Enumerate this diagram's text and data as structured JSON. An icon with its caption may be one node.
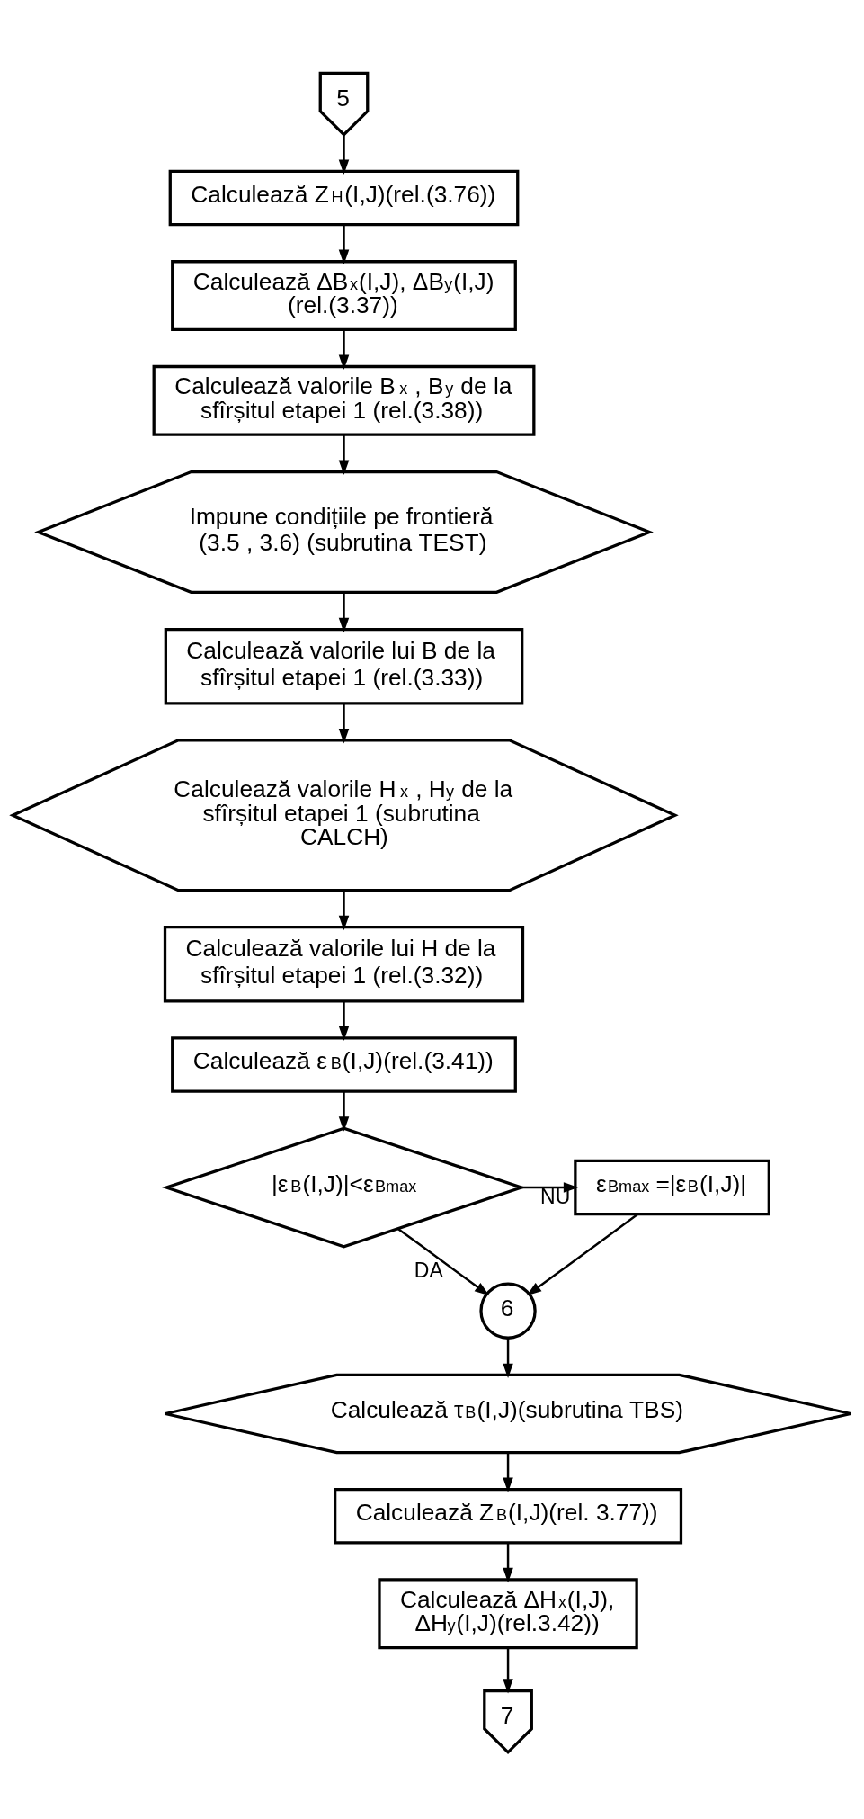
{
  "diagram": {
    "nodes": [
      {
        "text": [
          "5"
        ]
      },
      {
        "text": [
          "Calculează Z$_{H}$(I,J)(rel.(3.76))"
        ]
      },
      {
        "text": [
          "Calculează ΔB$_{x}$(I,J), ΔB$_{y}$(I,J) (rel.(3.37))"
        ]
      },
      {
        "text": [
          "Calculează valorile B$_{x}$ , B$_{y}$ de la sfîrșitul etapei 1 (rel.(3.38))"
        ]
      },
      {
        "text": [
          "Impune condițiile pe frontieră (3.5 , 3.6) (subrutina TEST)"
        ]
      },
      {
        "text": [
          "Calculează valorile lui B de la sfîrșitul etapei 1 (rel.(3.33))"
        ]
      },
      {
        "text": [
          "Calculează valorile H$_{x}$ , H$_{y}$ de la sfîrșitul etapei 1 (subrutina CALCH)"
        ]
      },
      {
        "text": [
          "Calculează valorile lui H de la sfîrșitul etapei 1 (rel.(3.32))"
        ]
      },
      {
        "text": [
          "Calculează ε$_{B}$(I,J)(rel.(3.41))"
        ]
      },
      {
        "text": [
          "|ε$_{B}$(I,J)|<ε$_{Bmax}$"
        ]
      },
      {
        "text": [
          "ε$_{Bmax}$ =|ε$_{B}$(I,J)|"
        ]
      },
      {
        "text": [
          "6"
        ]
      },
      {
        "text": [
          "Calculează τ$_{B}$(I,J)(subrutina TBS)"
        ]
      },
      {
        "text": [
          "Calculează Z$_{B}$(I,J)(rel. 3.77))"
        ]
      },
      {
        "text": [
          "Calculează ΔH$_{x}$(I,J), ΔH$_{y}$(I,J)(rel.3.42))"
        ]
      },
      {
        "text": [
          "7"
        ]
      }
    ],
    "edges": [
      {
        "from": 0,
        "to": 1,
        "arrow": "to"
      },
      {
        "from": 1,
        "to": 2,
        "arrow": "to"
      },
      {
        "from": 2,
        "to": 3,
        "arrow": "to"
      },
      {
        "from": 3,
        "to": 4,
        "arrow": "to"
      },
      {
        "from": 4,
        "to": 5,
        "arrow": "to"
      },
      {
        "from": 5,
        "to": 6,
        "arrow": "to"
      },
      {
        "from": 6,
        "to": 7,
        "arrow": "to"
      },
      {
        "from": 7,
        "to": 8,
        "arrow": "to"
      },
      {
        "from": 8,
        "to": 9,
        "arrow": "to"
      },
      {
        "from": 9,
        "to": 10,
        "arrow": "to",
        "label": "NU"
      },
      {
        "from": 9,
        "to": 11,
        "arrow": "to",
        "label": "DA"
      },
      {
        "from": 10,
        "to": 11,
        "arrow": "to"
      },
      {
        "from": 11,
        "to": 12,
        "arrow": "to"
      },
      {
        "from": 12,
        "to": 13,
        "arrow": "to"
      },
      {
        "from": 13,
        "to": 14,
        "arrow": "to"
      },
      {
        "from": 14,
        "to": 15,
        "arrow": "to"
      }
    ]
  }
}
